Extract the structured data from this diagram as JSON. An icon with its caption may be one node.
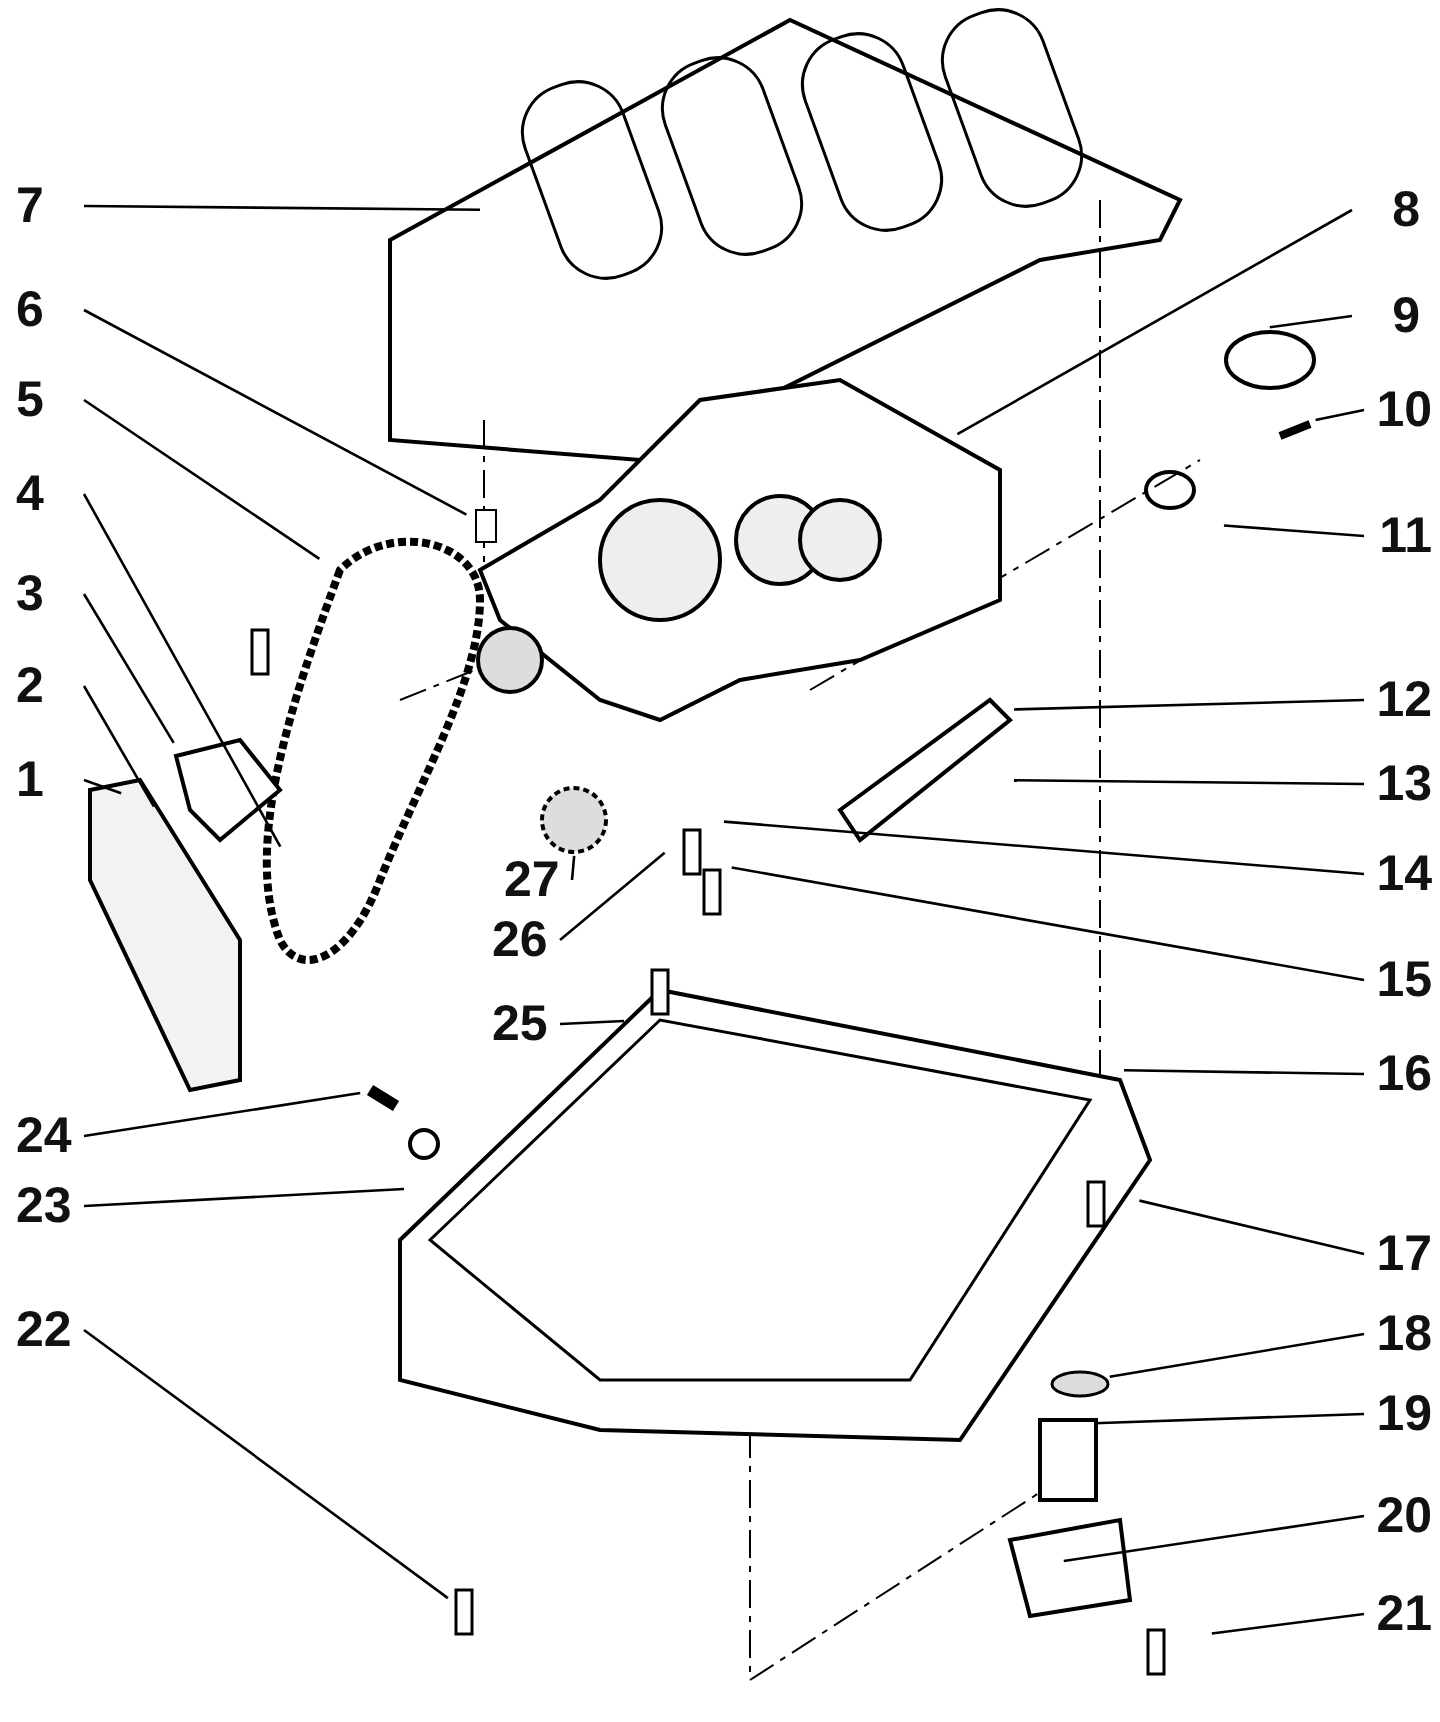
{
  "diagram": {
    "nodes": [
      {
        "text": [
          "1"
        ]
      },
      {
        "text": [
          "2"
        ]
      },
      {
        "text": [
          "3"
        ]
      },
      {
        "text": [
          "4"
        ]
      },
      {
        "text": [
          "5"
        ]
      },
      {
        "text": [
          "6"
        ]
      },
      {
        "text": [
          "7"
        ]
      },
      {
        "text": [
          "8"
        ]
      },
      {
        "text": [
          "9"
        ]
      },
      {
        "text": [
          "10"
        ]
      },
      {
        "text": [
          "11"
        ]
      },
      {
        "text": [
          "12"
        ]
      },
      {
        "text": [
          "13"
        ]
      },
      {
        "text": [
          "14"
        ]
      },
      {
        "text": [
          "15"
        ]
      },
      {
        "text": [
          "16"
        ]
      },
      {
        "text": [
          "17"
        ]
      },
      {
        "text": [
          "18"
        ]
      },
      {
        "text": [
          "19"
        ]
      },
      {
        "text": [
          "20"
        ]
      },
      {
        "text": [
          "21"
        ]
      },
      {
        "text": [
          "22"
        ]
      },
      {
        "text": [
          "23"
        ]
      },
      {
        "text": [
          "24"
        ]
      },
      {
        "text": [
          "25"
        ]
      },
      {
        "text": [
          "26"
        ]
      },
      {
        "text": [
          "27"
        ]
      }
    ],
    "edges": [
      {
        "from": 0,
        "to": null,
        "arrow": "none"
      },
      {
        "from": 1,
        "to": null,
        "arrow": "none"
      },
      {
        "from": 2,
        "to": null,
        "arrow": "none"
      },
      {
        "from": 3,
        "to": null,
        "arrow": "none"
      },
      {
        "from": 4,
        "to": null,
        "arrow": "none"
      },
      {
        "from": 5,
        "to": null,
        "arrow": "none"
      },
      {
        "from": 6,
        "to": null,
        "arrow": "none"
      },
      {
        "from": 7,
        "to": null,
        "arrow": "none"
      },
      {
        "from": 8,
        "to": null,
        "arrow": "none"
      },
      {
        "from": 9,
        "to": null,
        "arrow": "none"
      },
      {
        "from": 10,
        "to": null,
        "arrow": "none"
      },
      {
        "from": 11,
        "to": null,
        "arrow": "none"
      },
      {
        "from": 12,
        "to": null,
        "arrow": "none"
      },
      {
        "from": 13,
        "to": null,
        "arrow": "none"
      },
      {
        "from": 14,
        "to": null,
        "arrow": "none"
      },
      {
        "from": 15,
        "to": null,
        "arrow": "none"
      },
      {
        "from": 16,
        "to": null,
        "arrow": "none"
      },
      {
        "from": 17,
        "to": null,
        "arrow": "none"
      },
      {
        "from": 18,
        "to": null,
        "arrow": "none"
      },
      {
        "from": 19,
        "to": null,
        "arrow": "none"
      },
      {
        "from": 20,
        "to": null,
        "arrow": "none"
      },
      {
        "from": 21,
        "to": null,
        "arrow": "none"
      },
      {
        "from": 22,
        "to": null,
        "arrow": "none"
      },
      {
        "from": 23,
        "to": null,
        "arrow": "none"
      },
      {
        "from": 24,
        "to": null,
        "arrow": "none"
      },
      {
        "from": 25,
        "to": null,
        "arrow": "none"
      },
      {
        "from": 26,
        "to": null,
        "arrow": "none"
      }
    ]
  }
}
